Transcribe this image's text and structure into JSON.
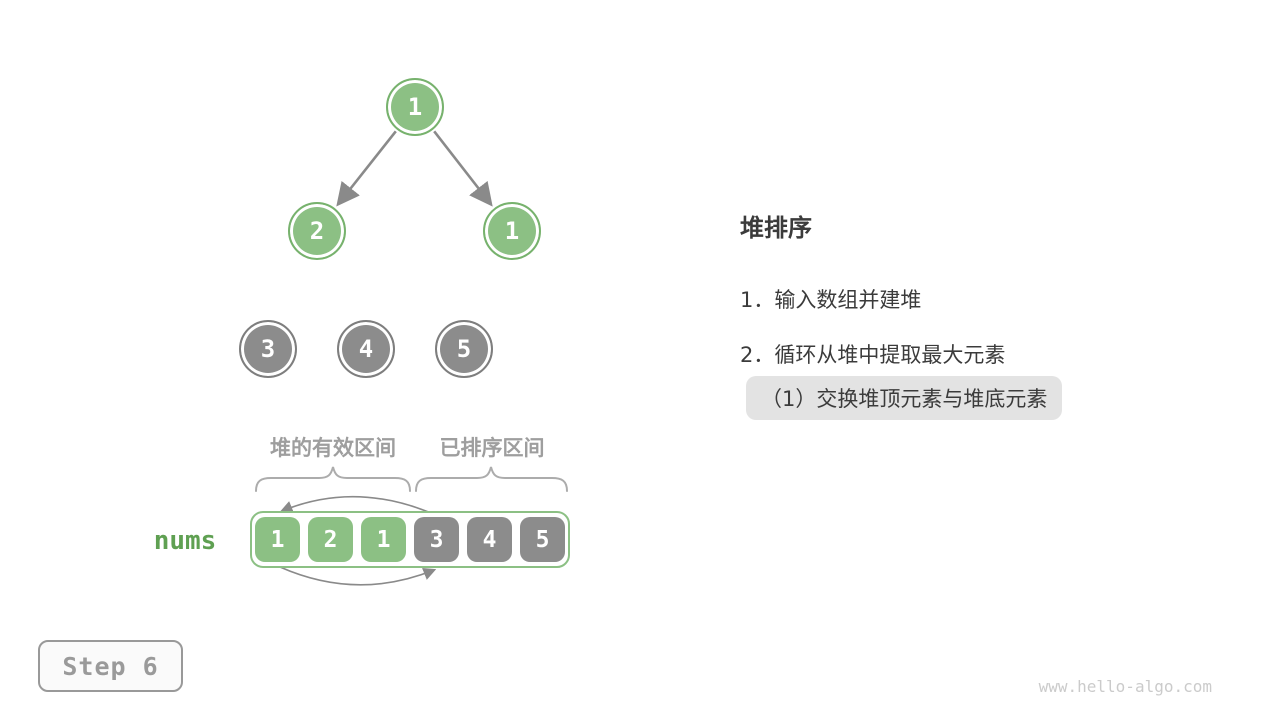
{
  "colors": {
    "green_fill": "#8CC084",
    "green_border": "#77B26D",
    "gray_fill": "#8C8C8C",
    "gray_border": "#7E7E7E",
    "edge_gray": "#8A8A8A",
    "brace_gray": "#ACACAC",
    "label_gray": "#9E9E9E",
    "text_dark": "#3B3B3B",
    "highlight_bg": "#E3E3E3",
    "nums_green": "#5FA052",
    "array_border": "#8CC084",
    "step_gray": "#9A9A9A",
    "badge_border": "#999999",
    "badge_bg": "#FAFAFA",
    "watermark_gray": "#CBCBCB"
  },
  "tree": {
    "nodes": [
      {
        "value": "1",
        "state": "green"
      },
      {
        "value": "2",
        "state": "green"
      },
      {
        "value": "1",
        "state": "green"
      },
      {
        "value": "3",
        "state": "gray"
      },
      {
        "value": "4",
        "state": "gray"
      },
      {
        "value": "5",
        "state": "gray"
      }
    ]
  },
  "array": {
    "name": "nums",
    "cells": [
      {
        "value": "1",
        "state": "green"
      },
      {
        "value": "2",
        "state": "green"
      },
      {
        "value": "1",
        "state": "green"
      },
      {
        "value": "3",
        "state": "gray"
      },
      {
        "value": "4",
        "state": "gray"
      },
      {
        "value": "5",
        "state": "gray"
      }
    ],
    "regions": [
      {
        "label": "堆的有效区间"
      },
      {
        "label": "已排序区间"
      }
    ]
  },
  "panel": {
    "title": "堆排序",
    "steps": [
      "1．输入数组并建堆",
      "2．循环从堆中提取最大元素"
    ],
    "highlighted_substep": "（1）交换堆顶元素与堆底元素"
  },
  "step_badge": "Step 6",
  "watermark": "www.hello-algo.com"
}
